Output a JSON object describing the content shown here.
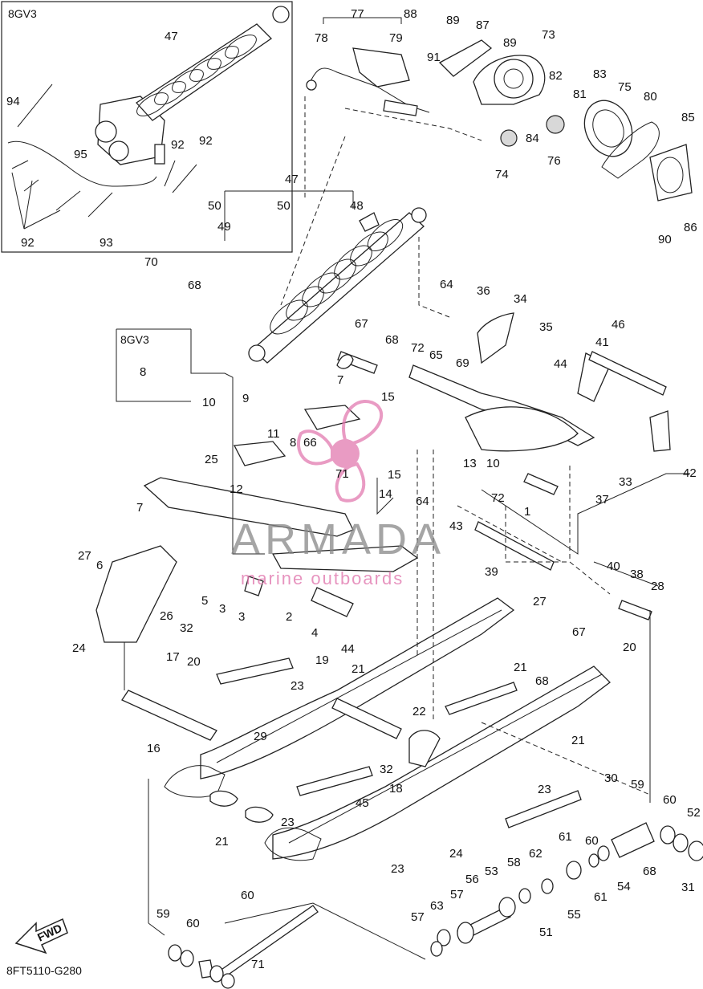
{
  "diagram": {
    "code": "8FT5110-G280",
    "fwd_label": "FWD",
    "inset_top_label": "8GV3",
    "inset_mid_label": "8GV3"
  },
  "watermark": {
    "brand": "ARMADA",
    "tagline": "marine outboards",
    "brand_color": "#e27ab0"
  },
  "callouts": [
    "77",
    "88",
    "89",
    "87",
    "78",
    "79",
    "91",
    "89",
    "73",
    "82",
    "81",
    "83",
    "75",
    "80",
    "84",
    "74",
    "76",
    "85",
    "86",
    "90",
    "8GV3_47",
    "94",
    "95",
    "92",
    "92",
    "92",
    "93",
    "47",
    "50",
    "49",
    "50",
    "48",
    "70",
    "68",
    "64",
    "36",
    "34",
    "35",
    "46",
    "67",
    "68",
    "72",
    "65",
    "69",
    "44",
    "41",
    "42",
    "8",
    "9",
    "11",
    "7",
    "10",
    "8",
    "66",
    "15",
    "13",
    "15",
    "10",
    "71",
    "33",
    "72",
    "37",
    "1",
    "25",
    "7",
    "12",
    "64",
    "14",
    "43",
    "39",
    "40",
    "38",
    "28",
    "27",
    "6",
    "5",
    "3",
    "3",
    "2",
    "4",
    "44",
    "27",
    "26",
    "32",
    "24",
    "17",
    "20",
    "19",
    "21",
    "23",
    "21",
    "68",
    "67",
    "20",
    "22",
    "32",
    "29",
    "16",
    "18",
    "23",
    "45",
    "21",
    "30",
    "21",
    "23",
    "24",
    "60",
    "59",
    "60",
    "52",
    "68",
    "31",
    "23",
    "56",
    "61",
    "62",
    "58",
    "53",
    "55",
    "61",
    "54",
    "57",
    "63",
    "57",
    "51",
    "60",
    "59",
    "60",
    "71"
  ]
}
